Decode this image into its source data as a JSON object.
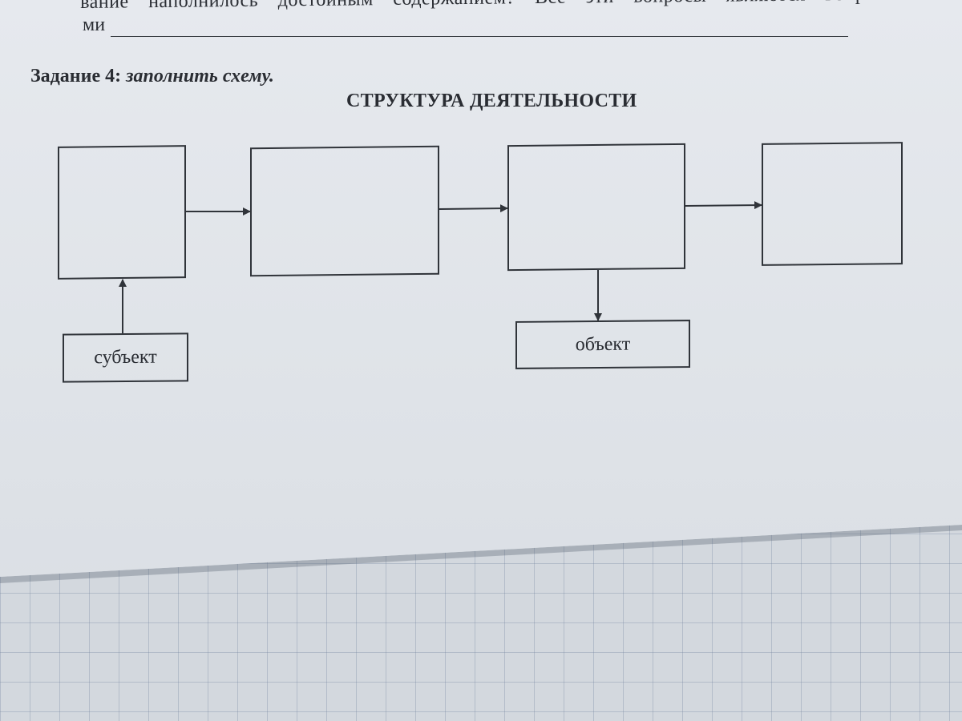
{
  "worksheet": {
    "prev_text_line1": "вание наполнилось достойным содержанием? Все эти вопросы являются вопроса-",
    "prev_text_line2": "ми",
    "task_number": "Задание 4:",
    "task_instruction": "заполнить схему."
  },
  "diagram": {
    "title": "СТРУКТУРА ДЕЯТЕЛЬНОСТИ",
    "nodes": [
      {
        "id": "box-1",
        "label": ""
      },
      {
        "id": "box-2",
        "label": ""
      },
      {
        "id": "box-3",
        "label": ""
      },
      {
        "id": "box-4",
        "label": ""
      },
      {
        "id": "subject",
        "label": "субъект"
      },
      {
        "id": "object",
        "label": "объект"
      }
    ],
    "edges": [
      {
        "from": "subject",
        "to": "box-1"
      },
      {
        "from": "box-1",
        "to": "box-2"
      },
      {
        "from": "box-2",
        "to": "box-3"
      },
      {
        "from": "box-3",
        "to": "box-4"
      },
      {
        "from": "box-3",
        "to": "object"
      }
    ]
  },
  "colors": {
    "ink": "#30343a",
    "paper": "#e4e7ec",
    "grid_paper": "#d3d8de"
  }
}
